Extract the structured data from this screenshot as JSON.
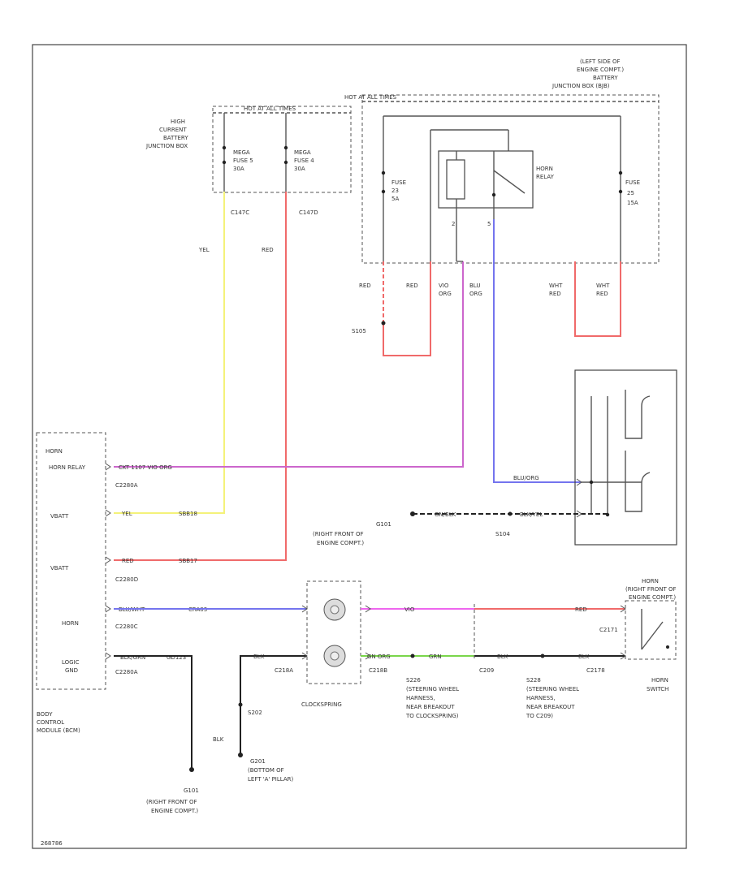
{
  "labels": {
    "battery_box": "(LEFT SIDE OF ENGINE COMPT.) BATTERY JUNCTION BOX (BJB)",
    "hot_at_all_times_bjb": "HOT AT ALL TIMES",
    "high_current_box": "HIGH CURRENT BATTERY JUNCTION BOX",
    "hot_at_all_times_hc": "HOT AT ALL TIMES",
    "mega_fuse_1": "MEGA FUSE 5 30A",
    "mega_fuse_2": "MEGA FUSE 4 30A",
    "fuse_left": "FUSE 23 5A",
    "fuse_right": "FUSE 25 15A",
    "horn_relay": "HORN RELAY",
    "c1_left": "C147C",
    "c1_right": "C147D",
    "w_yel": "YEL",
    "w_red_hc": "RED",
    "w_red_a": "RED",
    "w_red_b": "RED",
    "w_vio_org": "VIO ORG",
    "w_blu_org": "BLU ORG",
    "w_wht_red_a": "WHT RED",
    "w_wht_red_b": "WHT RED",
    "s_left": "S105",
    "bcm_title": "BODY CONTROL MODULE (BCM)",
    "bcm_horn": "HORN",
    "bcm_horn_relay": "HORN RELAY",
    "bcm_vbatt_1": "VBATT",
    "bcm_vbatt_2": "VBATT",
    "bcm_horn_sw": "HORN",
    "bcm_logic_gnd": "LOGIC GND",
    "c_bcm_1": "C2280A",
    "c_bcm_2": "C2280D",
    "c_bcm_3": "C2280C",
    "c_bcm_4": "C2280A",
    "ckt_relay": "CKT 1107 VIO ORG",
    "ckt_vbatt1": "YEL",
    "ckt_vbatt1_no": "SBB18",
    "ckt_vbatt2": "RED",
    "ckt_vbatt2_no": "SBB17",
    "ckt_horn": "BLU/WHT",
    "ckt_horn_no": "CRA03",
    "ckt_gnd": "BLK/GRN",
    "ckt_gnd_no": "GD123",
    "horn_ckt": "BLU/ORG",
    "g_ckt": "GN/BLK",
    "g_ckt2": "BLK/YEL",
    "g101": "G101",
    "g101_loc": "(RIGHT FRONT OF ENGINE COMPT.)",
    "s104": "S104",
    "horn_name": "HORN",
    "horn_loc": "(RIGHT FRONT OF ENGINE COMPT.)",
    "clockspring": "CLOCKSPRING",
    "c218a": "C218A",
    "c218b": "C218B",
    "w_vio": "VIO",
    "w_red_sw": "RED",
    "w_gn_org": "GN ORG",
    "w_grn": "GRN",
    "w_blk_a": "BLK",
    "w_blk_b": "BLK",
    "w_blk_c": "BLK",
    "w_blk_d": "BLK",
    "c209": "C209",
    "c2171": "C2171",
    "c2178": "C2178",
    "s226": "S226",
    "s226_desc": "(STEERING WHEEL HARNESS, NEAR BREAKOUT TO CLOCKSPRING)",
    "s228": "S228",
    "s228_desc": "(STEERING WHEEL HARNESS, NEAR BREAKOUT TO C209)",
    "horn_switch": "HORN SWITCH",
    "s202": "S202",
    "g201": "G201",
    "g201_loc": "(BOTTOM OF LEFT 'A' PILLAR)",
    "g101b": "G101",
    "g101b_loc": "(RIGHT FRONT OF ENGINE COMPT.)",
    "code": "268786"
  },
  "colors": {
    "yellow": "#f4f27a",
    "red": "#f06a6a",
    "violet": "#cc66cc",
    "blue": "#7474ee",
    "magenta": "#ee66ee",
    "green": "#7ad64a",
    "black": "#222222"
  }
}
